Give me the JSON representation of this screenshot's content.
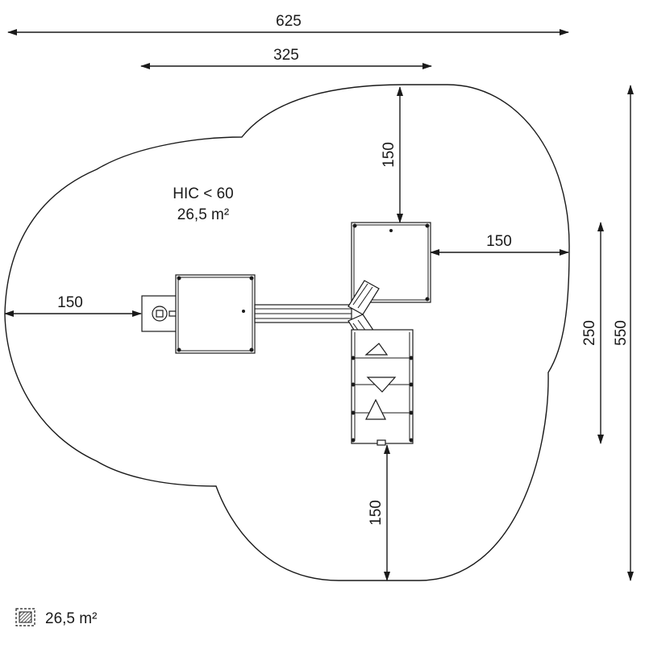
{
  "dimensions": {
    "overall_width": "625",
    "structure_width": "325",
    "top_clearance": "150",
    "right_clearance": "150",
    "left_clearance": "150",
    "bottom_clearance": "150",
    "structure_depth": "250",
    "overall_depth": "550"
  },
  "safety_note": {
    "hic": "HIC < 60",
    "area": "26,5 m²"
  },
  "legend": {
    "icon": "hatched-area-icon",
    "area": "26,5 m²"
  }
}
